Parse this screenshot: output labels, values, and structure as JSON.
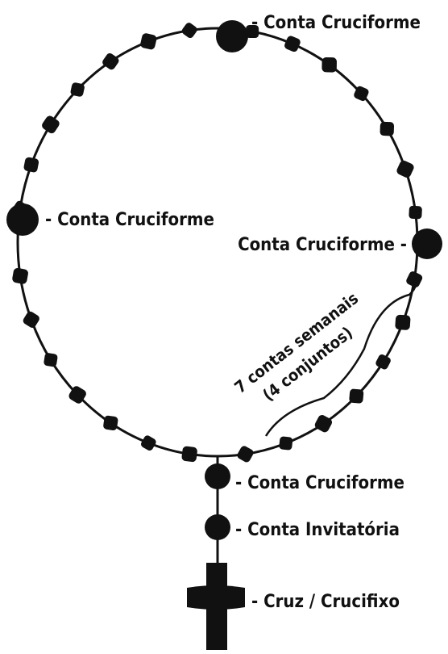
{
  "labels": {
    "top": "- Conta Cruciforme",
    "left": "- Conta Cruciforme",
    "right": "Conta Cruciforme -",
    "bottom": "- Conta Cruciforme",
    "invitatory": "- Conta Invitatória",
    "cross": "- Cruz / Crucifixo",
    "weekly_line1": "7 contas semanais",
    "weekly_line2": "(4 conjuntos)"
  },
  "colors": {
    "ink": "#111111",
    "background": "#ffffff"
  },
  "beads": {
    "cruciform_count": 4,
    "weekly_per_set": 7,
    "weekly_sets": 4,
    "invitatory_count": 1,
    "cross_icon": "cross-icon"
  }
}
